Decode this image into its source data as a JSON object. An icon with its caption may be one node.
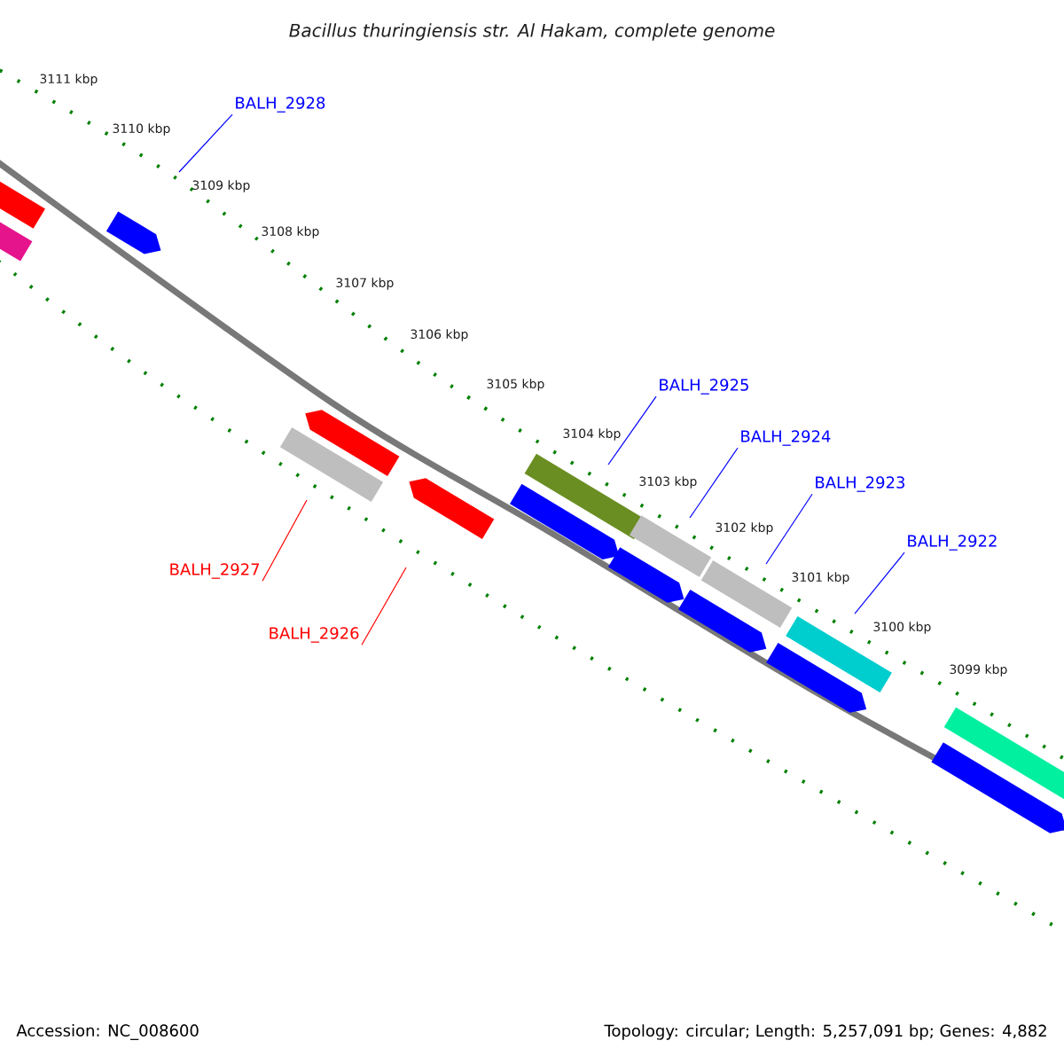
{
  "diagram": {
    "title": "Bacillus thuringiensis str. Al Hakam, complete genome",
    "nodes": [
      {
        "text": [
          "BALH_2928"
        ]
      },
      {
        "text": [
          "BALH_2925"
        ]
      },
      {
        "text": [
          "BALH_2924"
        ]
      },
      {
        "text": [
          "BALH_2923"
        ]
      },
      {
        "text": [
          "BALH_2922"
        ]
      },
      {
        "text": [
          "BALH_2927"
        ]
      },
      {
        "text": [
          "BALH_2926"
        ]
      }
    ],
    "edges": [
      {
        "from": 0,
        "to": null,
        "arrow": "none"
      },
      {
        "from": 1,
        "to": null,
        "arrow": "none"
      },
      {
        "from": 2,
        "to": null,
        "arrow": "none"
      },
      {
        "from": 3,
        "to": null,
        "arrow": "none"
      },
      {
        "from": 4,
        "to": null,
        "arrow": "none"
      },
      {
        "from": 5,
        "to": null,
        "arrow": "none",
        "color": "#ff0000"
      },
      {
        "from": 6,
        "to": null,
        "arrow": "none",
        "color": "#ff0000"
      }
    ],
    "labels": [
      "3111 kbp",
      "3110 kbp",
      "3109 kbp",
      "3108 kbp",
      "3107 kbp",
      "3106 kbp",
      "3105 kbp",
      "3104 kbp",
      "3103 kbp",
      "3102 kbp",
      "3101 kbp",
      "3100 kbp",
      "3099 kbp",
      "Accession: NC_008600",
      "Topology: circular; Length: 5,257,091 bp; Genes: 4,882"
    ]
  }
}
